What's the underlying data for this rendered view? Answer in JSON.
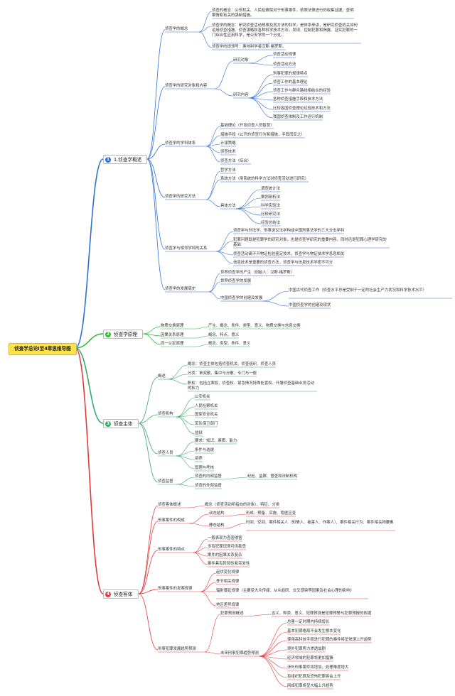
{
  "root": "侦查学总论I至4章思维导图",
  "branches": [
    {
      "num": "1",
      "label": "1.侦查学概述",
      "color": "#2e6fd6",
      "topics": [
        {
          "label": "侦查学的概念",
          "items": [
            "侦查的概念：公安机关、人民检察院对于刑事案件，依照法律进行的收集证据，查明案情和有关的强制措施。",
            "侦查学的概念：研究侦查活动规律及其方法的科学，是体系来讲，是研究侦查机关如何运用侦查措施、侦查谋略和各种科学技术方法，发现、控制犯罪和揭露、证实犯罪的一门综合性应用科学，是公安学的一个分支。",
            "侦查学的提领号：奥地利学者汉斯·格罗斯。"
          ]
        },
        {
          "label": "侦查学的研究对象和内容",
          "groups": [
            {
              "label": "研究对象",
              "items": [
                "侦查活动规律",
                "侦查活动方法"
              ]
            },
            {
              "label": "研究内容",
              "items": [
                "刑事犯罪的规律特点",
                "侦查工作的基本理论",
                "侦查工作与群众路线相结合的经验",
                "各种侦查措施手段和技术方法",
                "比较各国侦查理论经验技术和方法",
                "我国侦查体制及工作运行机制"
              ]
            }
          ]
        },
        {
          "label": "侦查学的学科体系",
          "items": [
            "基础理论（开发侦查人员智慧）",
            "措施手段（公开的侦查行为和措施，手段而反之）",
            "计谋策略",
            "侦查技术",
            "侦查方法（综合）"
          ]
        },
        {
          "label": "侦查学的研究方法",
          "items": [
            "哲学方法",
            "系统方法（用系统的科学方法对侦查活动进行研究）"
          ],
          "groups": [
            {
              "label": "具体方法",
              "items": [
                "调查统计法",
                "案例剖析法",
                "科学实验法",
                "比较研究法",
                "经验总结法"
              ]
            }
          ]
        },
        {
          "label": "侦查学与相邻学科的关系",
          "items": [
            "侦查学与刑法学、刑事诉讼法学构成中国刑事法学的三大分支学科",
            "犯罪问题既是犯罪学的研究对象，也是侦查学研究的重要内容，同时还是犯罪心理学研究的基础",
            "侦查活动离不开物证检验鉴定技术，侦查学与物证技术学息息相关",
            "信息技术是重要的侦查方法，侦查学与信息技术学密不可分"
          ]
        },
        {
          "label": "侦查学的发展简史",
          "items": [
            "世界侦查学的产生（创始人：汉斯·格罗斯）",
            "世界侦查学的发展"
          ],
          "groups": [
            {
              "label": "中国侦查学的创建及发展",
              "items": [
                "中国古代侦查工作（侦查水平总是受制于一定的社会生产力状况和科学技术水平）",
                "中国侦查学的创建及现状"
              ]
            }
          ]
        }
      ]
    },
    {
      "num": "2",
      "label": "侦查学原理",
      "color": "#2fb83a",
      "topics": [
        {
          "label": "物质交换原理",
          "detail": "产生、概念、条件、类型、意义、物质交换与信息交换"
        },
        {
          "label": "因果关系原理",
          "detail": "概念、特点、意义"
        },
        {
          "label": "同一认定原理",
          "detail": "概念、类型、条件、意义"
        }
      ]
    },
    {
      "num": "3",
      "label": "侦查主体",
      "color": "#3aa86b",
      "topics": [
        {
          "label": "概述",
          "items": [
            "概念：侦查主体包括侦查机关、侦查组织、侦查人员",
            "分类：单双勤、集中与分散、专门与一般",
            "职权：包括立案权、侦查权、紧急情况特殊处置权、开展侦查基础业务活动的权力"
          ]
        },
        {
          "label": "侦查机构",
          "items": [
            "公安机关",
            "人民检察机关",
            "国家安全机关",
            "军队保卫部门",
            "监狱"
          ]
        },
        {
          "label": "侦查人员",
          "items": [
            "要求：知识、素质、能力",
            "条件与选拔",
            "培养",
            "管理与考核"
          ]
        },
        {
          "label": "侦查监督",
          "items": [
            "侦查的内部监督",
            "侦查的外部监督"
          ],
          "inner_detail": "纪检、监察、督查和法制机构"
        }
      ]
    },
    {
      "num": "4",
      "label": "侦查客体",
      "color": "#e23a3a",
      "topics": [
        {
          "label": "侦查客体概述",
          "detail": "概念（侦查活动所指向的对象）、特征、分类"
        },
        {
          "label": "刑事案件的构成",
          "groups": [
            {
              "label": "动态结构",
              "detail": "形成、预备、实施、隐匿应变"
            },
            {
              "label": "静态结构",
              "detail": "时间、空间、案件相关人（知情人、被害人、作案人）、案件相关行为、案件相关物要素"
            }
          ]
        },
        {
          "label": "刑事案件的特点",
          "items": [
            "一般表现为查密侵害",
            "多有犯罪现场可供勘查",
            "案件的因果关系复杂",
            "案件具有阶段性和突发性"
          ]
        },
        {
          "label": "刑事案件的发案规律",
          "items": [
            "起伏变化规律",
            "季节相关规律",
            "辐射蔓延规律（主要受大众传媒、从众趋同、交叉感染等因素及社会心理的影响）",
            "地区差异规律"
          ]
        },
        {
          "label": "刑事犯罪发展趋势预测",
          "groups": [
            {
              "label": "犯罪预测概述",
              "detail": "含义、种类、意义、犯罪预测是犯罪预警与犯罪预报的依据"
            },
            {
              "label": "未来刑事犯罪趋势预测",
              "items": [
                "总量一定时期内持续增长",
                "基本犯罪格局不会发生根本变化",
                "使用高科技手段进行犯罪的案件将呈快速上升趋势",
                "境外犯罪势力渗透加剧",
                "经济领域的犯罪将更加猖獗",
                "涉外刑事案件将增加，处理难度增大",
                "有组织犯罪及恐怖犯罪将会上升",
                "网络犯罪将呈大幅上升趋势"
              ]
            }
          ]
        }
      ]
    }
  ]
}
